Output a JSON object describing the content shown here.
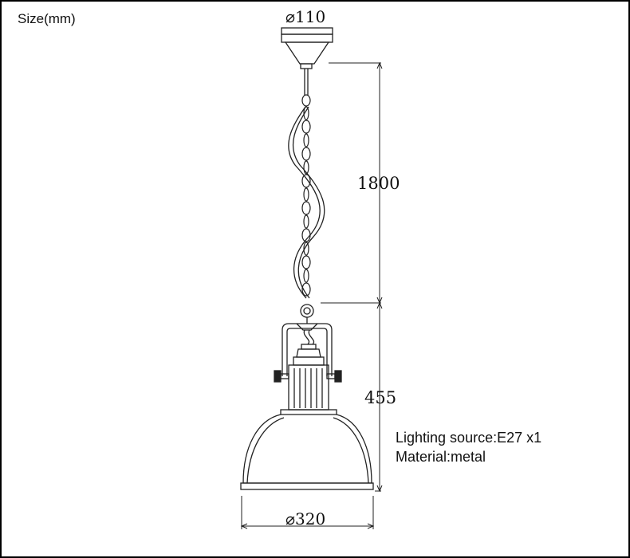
{
  "size_label": "Size(mm)",
  "dimensions": {
    "canopy_diameter": "⌀110",
    "cable_length": "1800",
    "lamp_height": "455",
    "shade_diameter": "⌀320"
  },
  "specs": {
    "lighting_source": "Lighting source:E27 x1",
    "material": "Material:metal"
  },
  "colors": {
    "line": "#222222",
    "frame": "#000000",
    "background": "#ffffff"
  },
  "icons": [
    "pendant-lamp-drawing"
  ]
}
